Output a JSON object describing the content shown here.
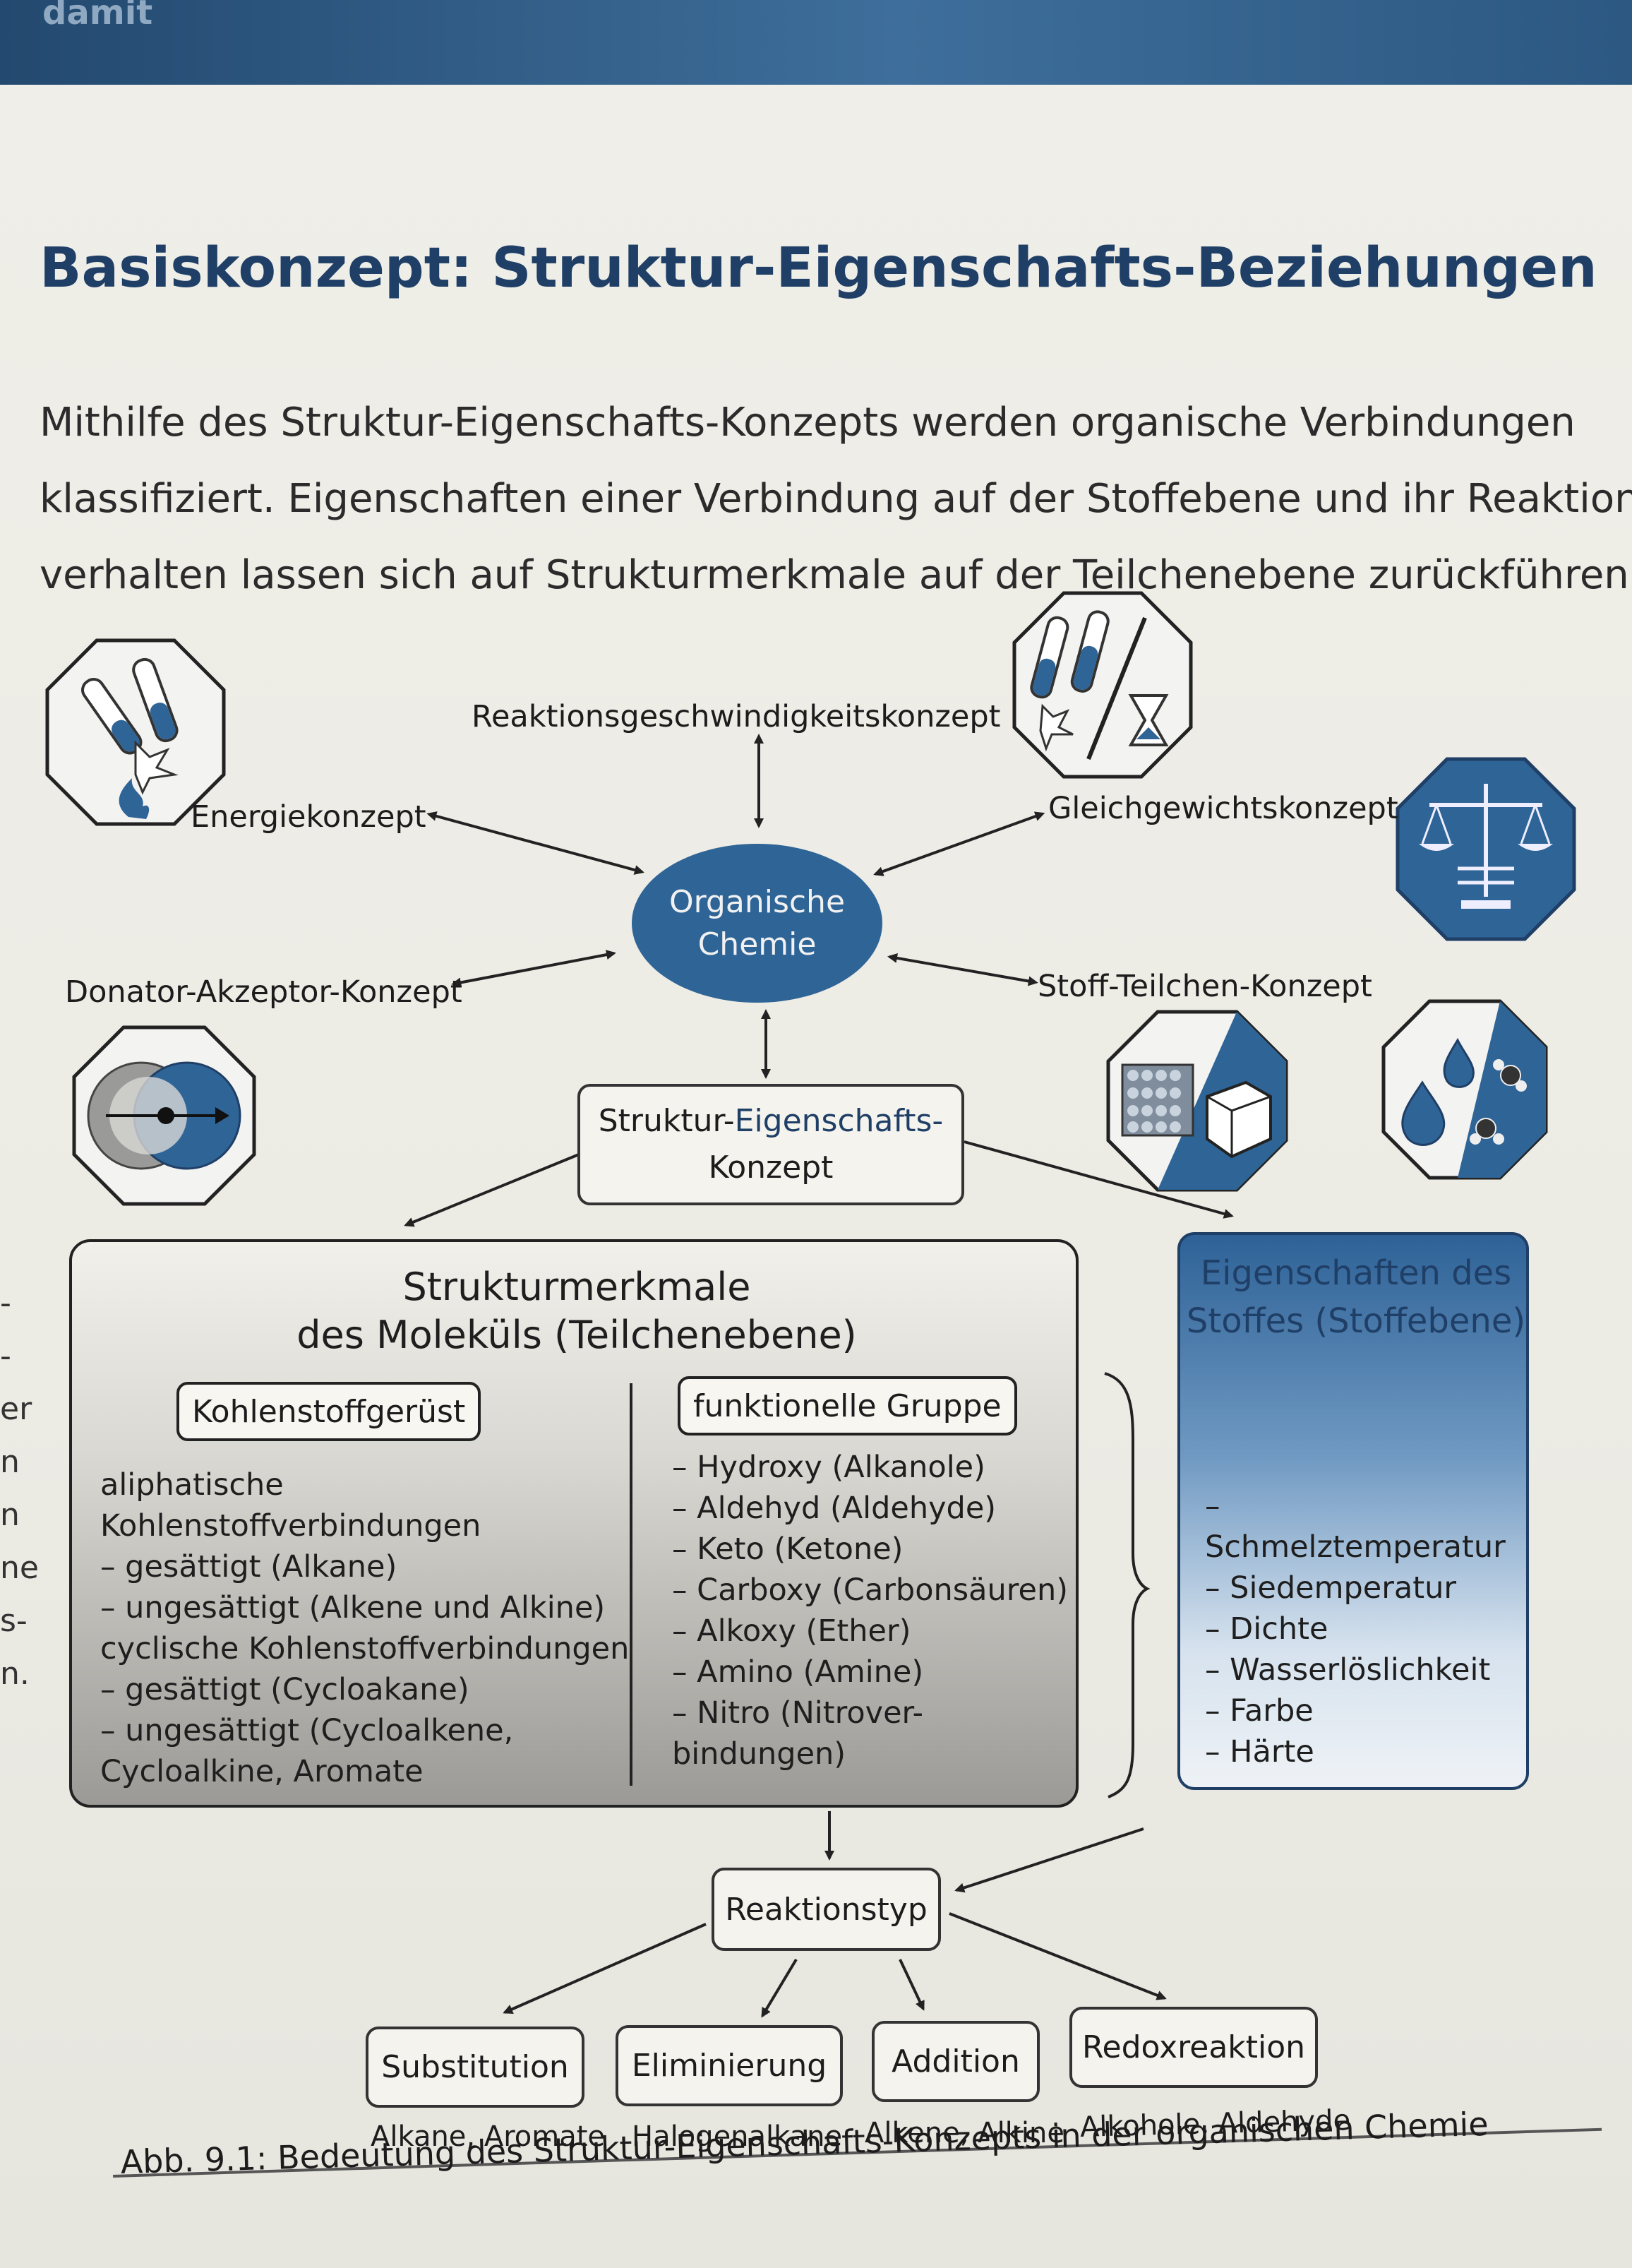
{
  "top_banner_text": "damit",
  "page_title": "Basiskonzept: Struktur-Eigenschafts-Beziehungen",
  "intro_lines": [
    "Mithilfe des Struktur-Eigenschafts-Konzepts werden organische Verbindungen",
    "klassifiziert. Eigenschaften einer Verbindung auf der Stoffebene und ihr Reaktions-",
    "verhalten lassen sich auf Strukturmerkmale auf der Teilchenebene zurückführen."
  ],
  "margin_letters": [
    "-",
    "-",
    "er",
    "n",
    "n",
    "ne",
    "s-",
    "n."
  ],
  "center": {
    "line1": "Organische",
    "line2": "Chemie"
  },
  "concepts": {
    "reaktion": "Reaktionsgeschwindigkeitskonzept",
    "energie": "Energiekonzept",
    "gleichgewicht": "Gleichgewichtskonzept",
    "donator": "Donator-Akzeptor-Konzept",
    "stoff_teilchen": "Stoff-Teilchen-Konzept"
  },
  "sk_box": {
    "part1": "Struktur-",
    "highlight": "Eigenschafts-",
    "line2": "Konzept"
  },
  "struktur": {
    "title": "Strukturmerkmale\ndes Moleküls (Teilchenebene)",
    "left_header": "Kohlenstoffgerüst",
    "right_header": "funktionelle Gruppe",
    "left_items": [
      "aliphatische",
      "Kohlenstoffverbindungen",
      "– gesättigt (Alkane)",
      "– ungesättigt (Alkene und Alkine)",
      "cyclische Kohlenstoffverbindungen",
      "– gesättigt (Cycloakane)",
      "– ungesättigt (Cycloalkene,",
      "   Cycloalkine, Aromate"
    ],
    "right_items": [
      "–  Hydroxy (Alkanole)",
      "–  Aldehyd (Aldehyde)",
      "–  Keto (Ketone)",
      "–  Carboxy (Carbonsäuren)",
      "–  Alkoxy (Ether)",
      "–  Amino (Amine)",
      "–  Nitro (Nitrover-",
      "    bindungen)"
    ]
  },
  "eigenschaften": {
    "title": "Eigenschaften des\nStoffes (Stoffebene)",
    "items": [
      "– Schmelztemperatur",
      "– Siedemperatur",
      "– Dichte",
      "– Wasserlöslichkeit",
      "– Farbe",
      "– Härte"
    ]
  },
  "reaktionstyp": "Reaktionstyp",
  "reactions": [
    {
      "name": "Substitution",
      "example": "Alkane, Aromate"
    },
    {
      "name": "Eliminierung",
      "example": "Halogenalkane"
    },
    {
      "name": "Addition",
      "example": "Alkene, Alkine"
    },
    {
      "name": "Redoxreaktion",
      "example": "Alkohole, Aldehyde"
    }
  ],
  "caption": "Abb. 9.1: Bedeutung des Struktur-Eigenschafts-Konzepts in der organischen Chemie",
  "colors": {
    "brand_blue": "#2f6496",
    "title_blue": "#1f3f67",
    "dark": "#222222"
  },
  "icons": [
    "test-tubes-flame-icon",
    "test-tubes-hourglass-icon",
    "balance-scale-icon",
    "donor-acceptor-icon",
    "crystal-cube-icon",
    "droplets-molecules-icon"
  ]
}
